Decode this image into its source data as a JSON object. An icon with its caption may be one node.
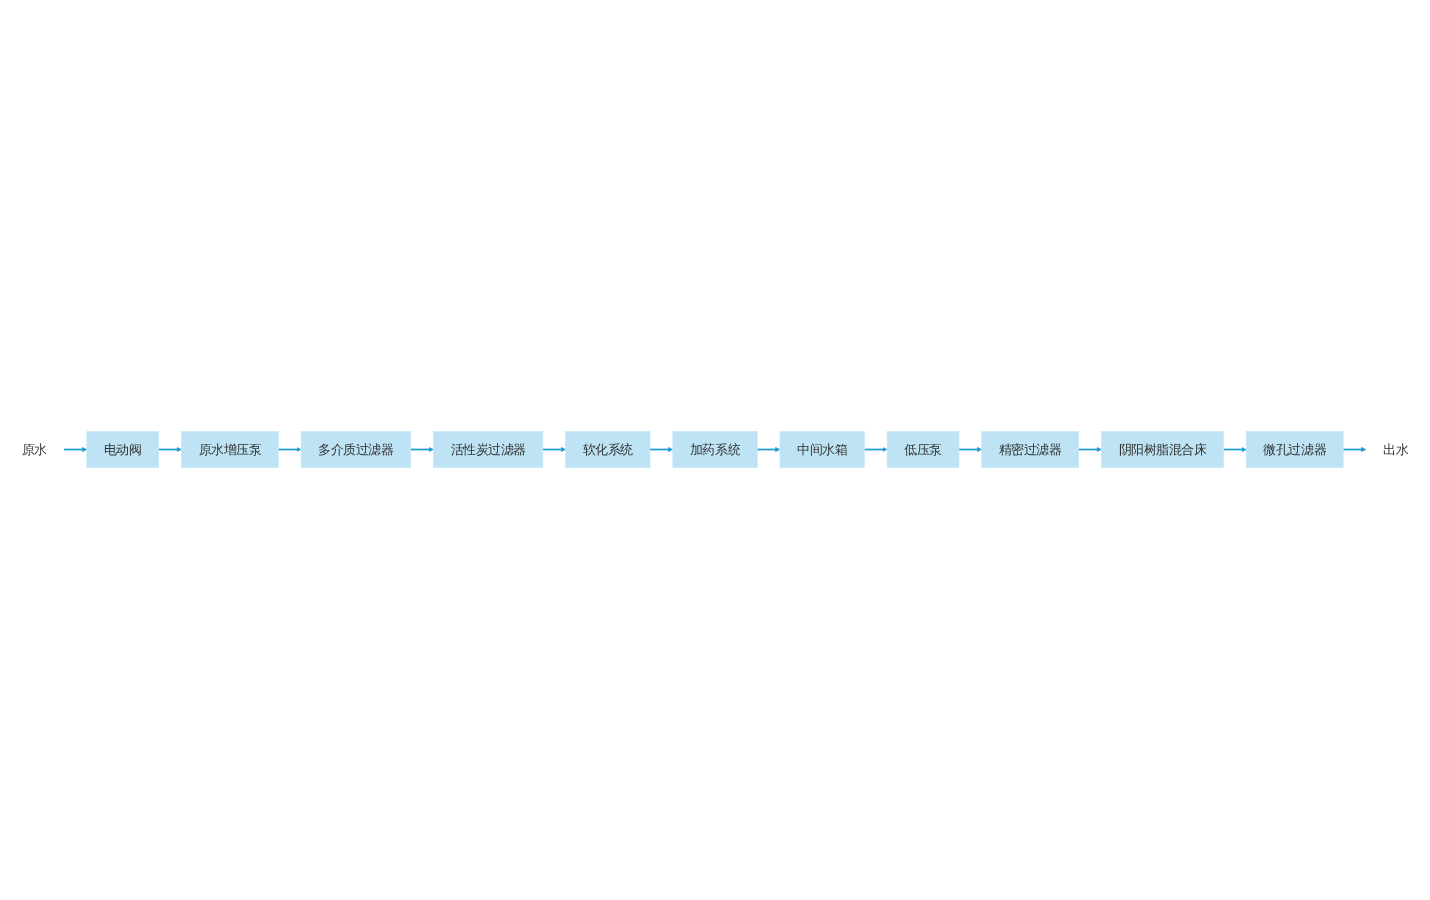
{
  "diagram": {
    "nodes": [
      {
        "text": [
          "原水"
        ]
      },
      {
        "text": [
          "电动阀"
        ]
      },
      {
        "text": [
          "原水增压泵"
        ]
      },
      {
        "text": [
          "多介质过滤器"
        ]
      },
      {
        "text": [
          "活性炭过滤器"
        ]
      },
      {
        "text": [
          "软化系统"
        ]
      },
      {
        "text": [
          "加药系统"
        ]
      },
      {
        "text": [
          "中间水箱"
        ]
      },
      {
        "text": [
          "低压泵"
        ]
      },
      {
        "text": [
          "精密过滤器"
        ]
      },
      {
        "text": [
          "阴阳树脂混合床"
        ]
      },
      {
        "text": [
          "微孔过滤器"
        ]
      },
      {
        "text": [
          "出水"
        ]
      }
    ],
    "edges": [
      {
        "from": 0,
        "to": 1,
        "arrow": "to"
      },
      {
        "from": 1,
        "to": 2,
        "arrow": "to"
      },
      {
        "from": 2,
        "to": 3,
        "arrow": "to"
      },
      {
        "from": 3,
        "to": 4,
        "arrow": "to"
      },
      {
        "from": 4,
        "to": 5,
        "arrow": "to"
      },
      {
        "from": 5,
        "to": 6,
        "arrow": "to"
      },
      {
        "from": 6,
        "to": 7,
        "arrow": "to"
      },
      {
        "from": 7,
        "to": 8,
        "arrow": "to"
      },
      {
        "from": 8,
        "to": 9,
        "arrow": "to"
      },
      {
        "from": 9,
        "to": 10,
        "arrow": "to"
      },
      {
        "from": 10,
        "to": 11,
        "arrow": "to"
      },
      {
        "from": 11,
        "to": 12,
        "arrow": "to"
      }
    ]
  }
}
